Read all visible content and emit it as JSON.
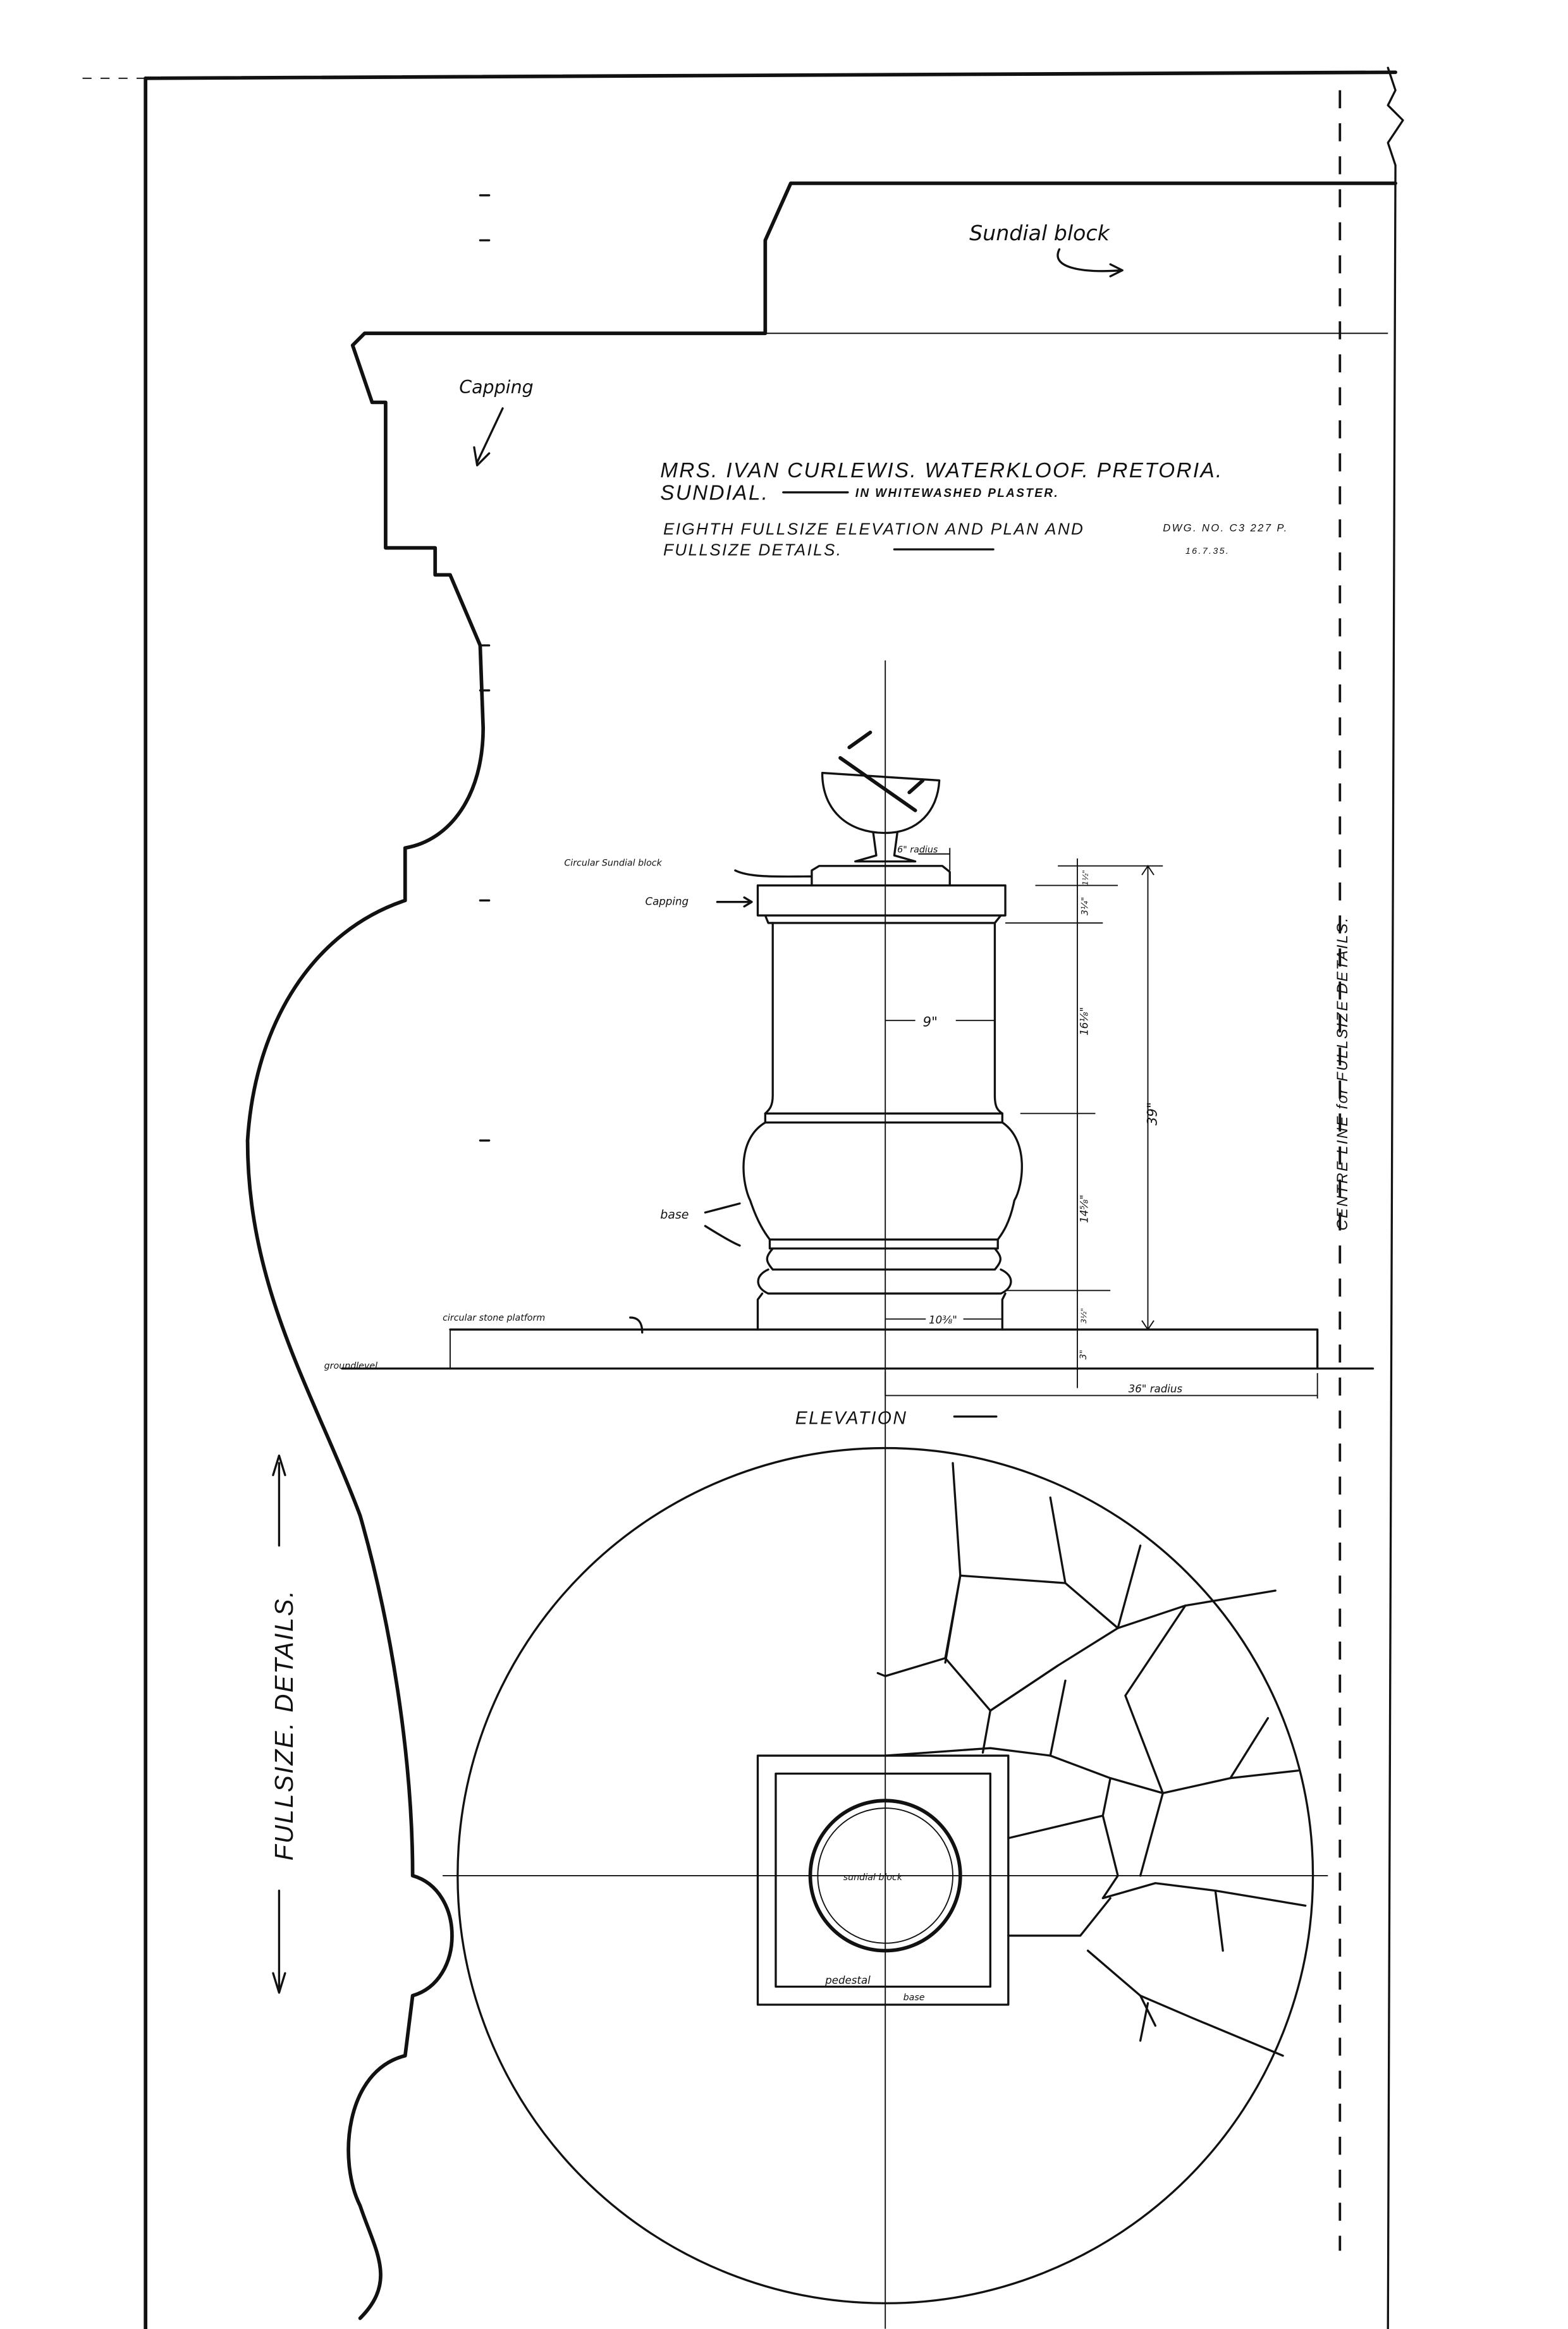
{
  "title_block": {
    "line1": "MRS. IVAN CURLEWIS. WATERKLOOF. PRETORIA.",
    "line2": "SUNDIAL.",
    "line2_note": "IN WHITEWASHED PLASTER.",
    "line3": "EIGHTH FULLSIZE ELEVATION AND PLAN AND",
    "line4": "FULLSIZE DETAILS.",
    "drawing_no": "DWG. NO. C3 227 P.",
    "date": "16.7.35."
  },
  "profile_labels": {
    "sundial_block": "Sundial block",
    "capping": "Capping",
    "fullsize_details": "FULLSIZE. DETAILS."
  },
  "elevation": {
    "title": "ELEVATION",
    "labels": {
      "circular_sundial_block": "Circular Sundial block",
      "capping": "Capping",
      "base": "base",
      "platform": "circular stone platform",
      "groundlevel": "groundlevel"
    },
    "dimensions": {
      "gnomon_radius": "6\" radius",
      "block_height": "1½\"",
      "capping_height": "3¼\"",
      "shaft_height": "16⅛\"",
      "base_height": "14⅝\"",
      "plinth_height": "3½\"",
      "platform_height": "3\"",
      "total_height": "39\"",
      "shaft_radius": "9\"",
      "plinth_radius": "10⅜\"",
      "platform_radius": "36\" radius"
    }
  },
  "centre_line_note": "CENTRE LINE for FULLSIZE DETAILS.",
  "plan": {
    "labels": {
      "sundial_block": "sundial block",
      "pedestal": "pedestal",
      "base": "base"
    }
  }
}
